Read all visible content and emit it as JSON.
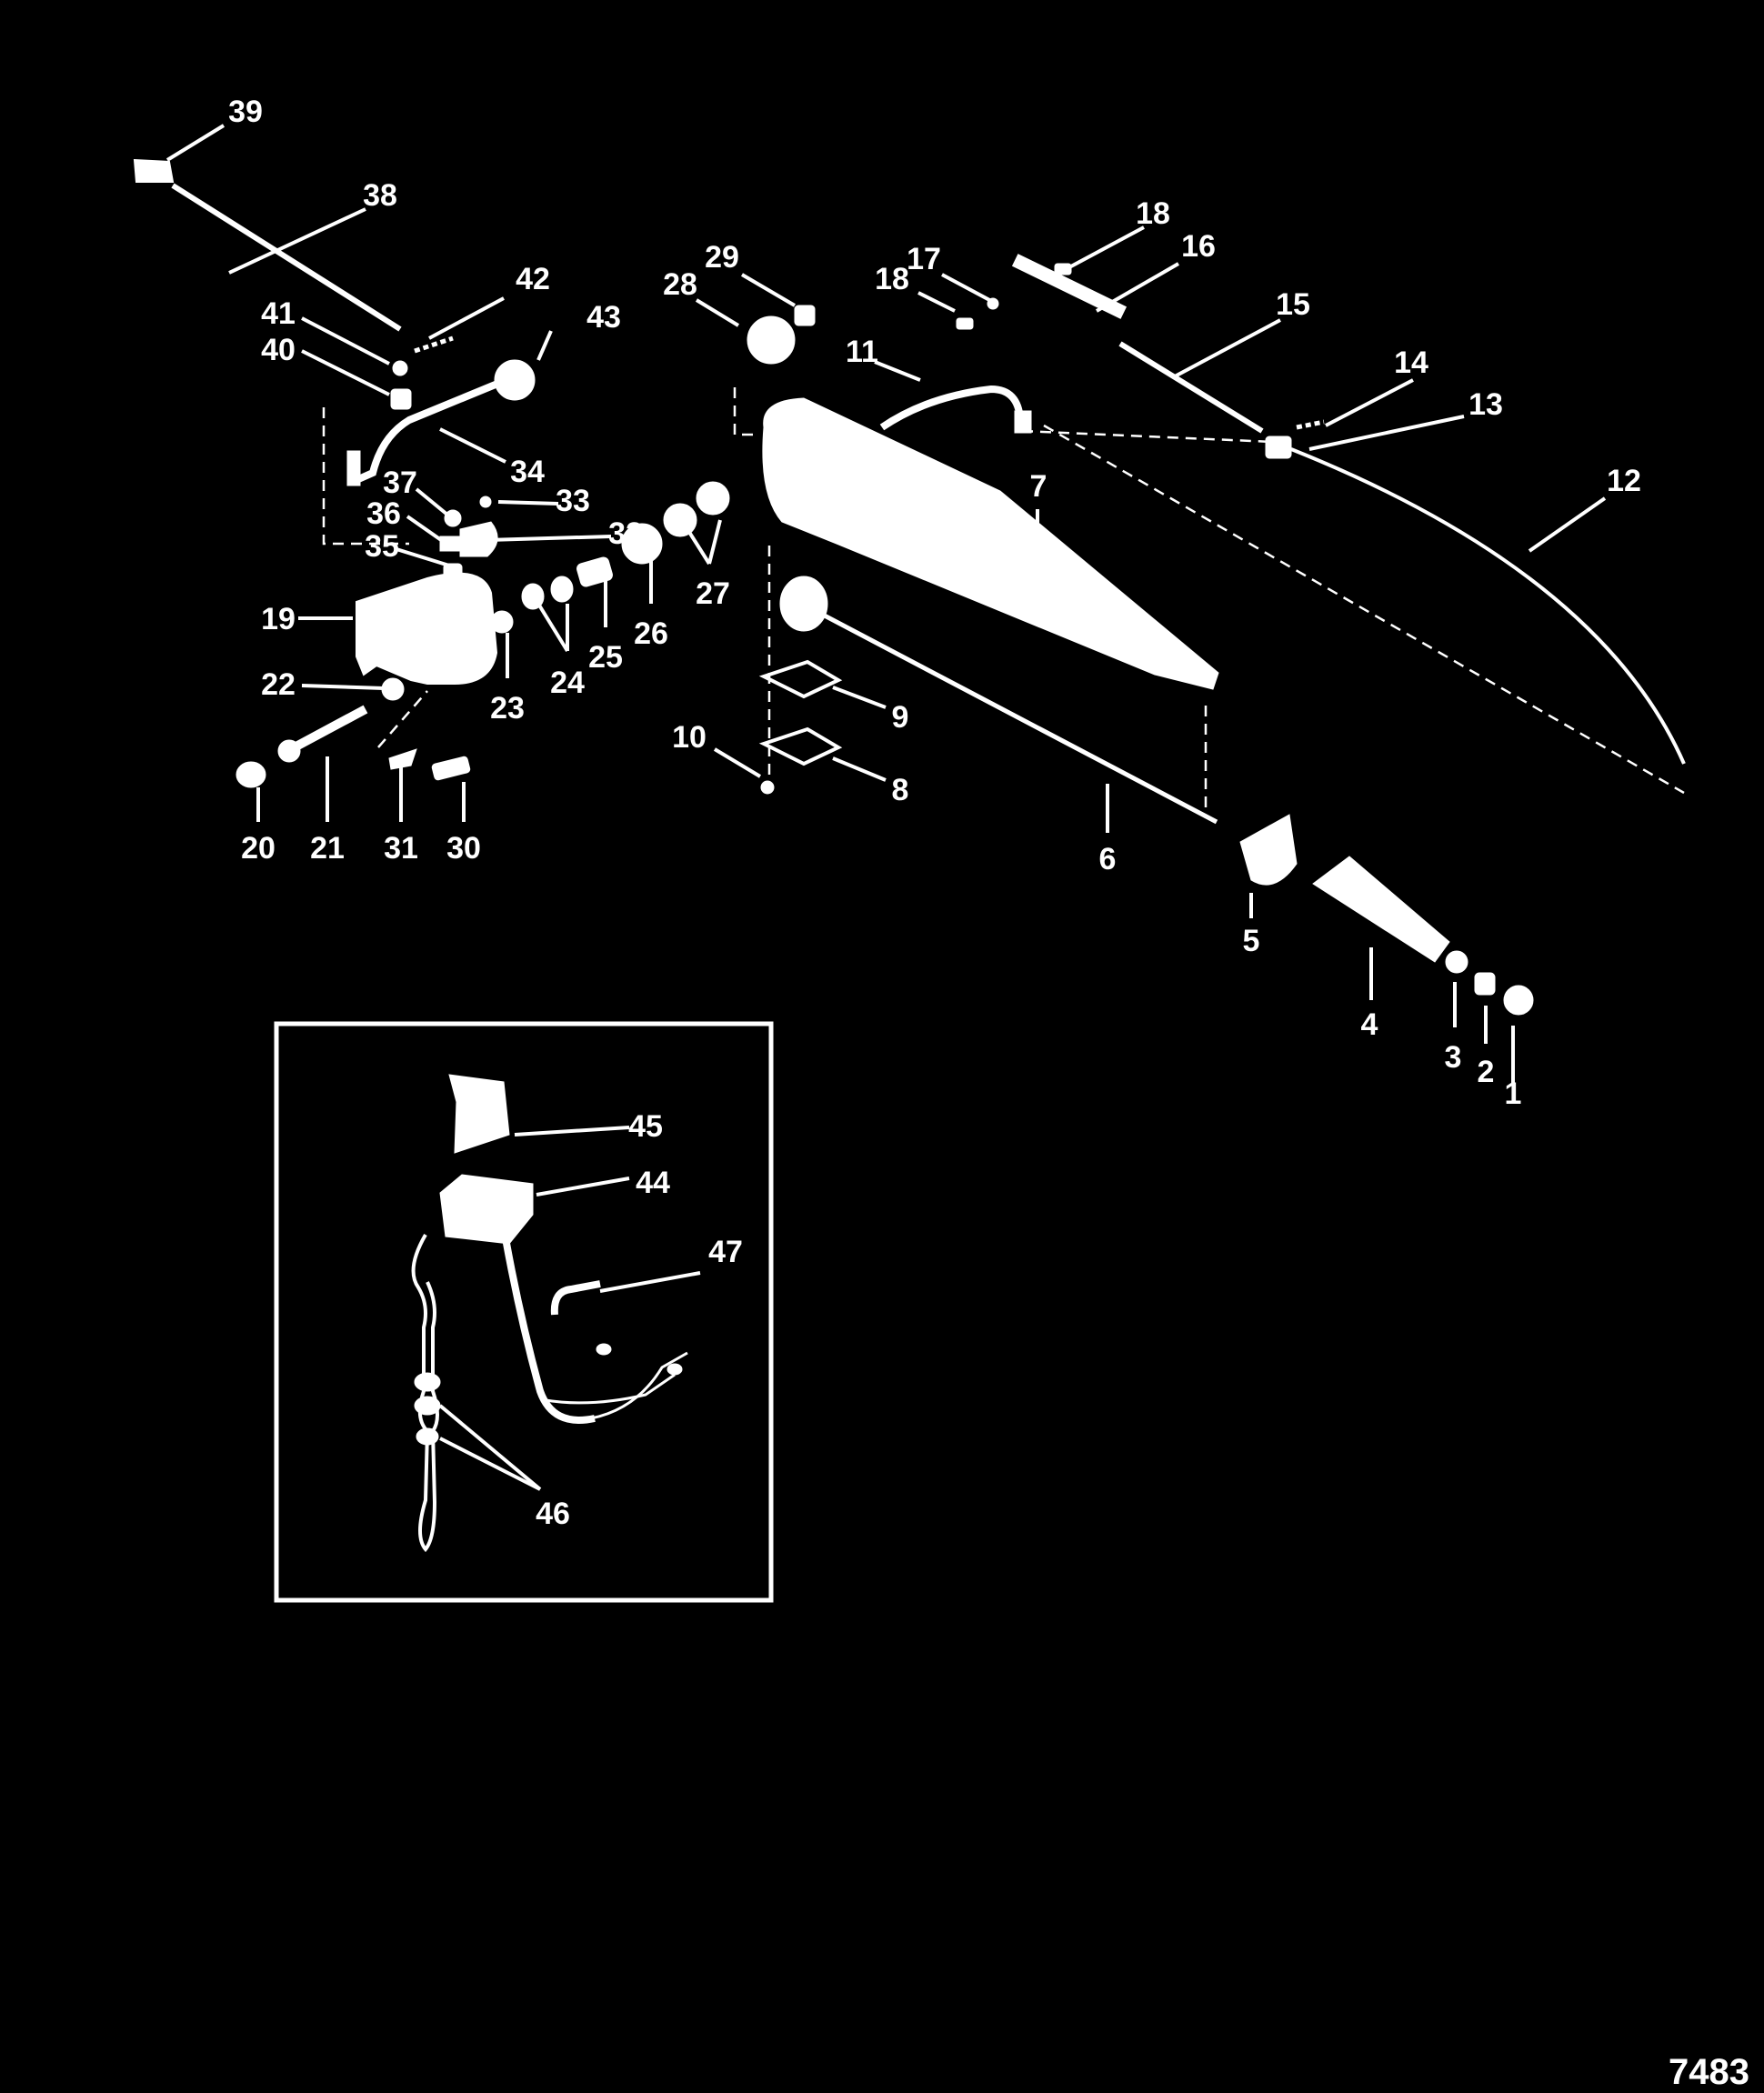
{
  "diagram": {
    "figure_number": "7483",
    "callouts": [
      {
        "num": "1"
      },
      {
        "num": "2"
      },
      {
        "num": "3"
      },
      {
        "num": "4"
      },
      {
        "num": "5"
      },
      {
        "num": "6"
      },
      {
        "num": "7"
      },
      {
        "num": "8"
      },
      {
        "num": "9"
      },
      {
        "num": "10"
      },
      {
        "num": "11"
      },
      {
        "num": "12"
      },
      {
        "num": "13"
      },
      {
        "num": "14"
      },
      {
        "num": "15"
      },
      {
        "num": "16"
      },
      {
        "num": "17"
      },
      {
        "num": "18"
      },
      {
        "num": "18"
      },
      {
        "num": "19"
      },
      {
        "num": "20"
      },
      {
        "num": "21"
      },
      {
        "num": "22"
      },
      {
        "num": "23"
      },
      {
        "num": "24"
      },
      {
        "num": "25"
      },
      {
        "num": "26"
      },
      {
        "num": "27"
      },
      {
        "num": "28"
      },
      {
        "num": "29"
      },
      {
        "num": "30"
      },
      {
        "num": "31"
      },
      {
        "num": "32"
      },
      {
        "num": "33"
      },
      {
        "num": "34"
      },
      {
        "num": "35"
      },
      {
        "num": "36"
      },
      {
        "num": "37"
      },
      {
        "num": "38"
      },
      {
        "num": "39"
      },
      {
        "num": "40"
      },
      {
        "num": "41"
      },
      {
        "num": "42"
      },
      {
        "num": "43"
      },
      {
        "num": "44"
      },
      {
        "num": "45"
      },
      {
        "num": "46"
      },
      {
        "num": "47"
      }
    ],
    "colors": {
      "background": "#000000",
      "ink": "#ffffff"
    }
  }
}
